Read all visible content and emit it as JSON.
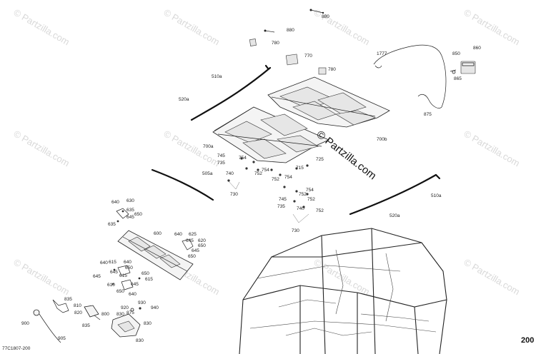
{
  "watermark": {
    "text": "© Partzilla.com"
  },
  "reference_code": "77C1807-200",
  "page_number": "200",
  "part_labels": {
    "p880a": "880",
    "p880b": "880",
    "p780a": "780",
    "p770": "770",
    "p780b": "780",
    "p1777": "1777",
    "p850": "850",
    "p860": "860",
    "p865": "865",
    "p875": "875",
    "p510a_top": "510a",
    "p520a_top": "520a",
    "p700b": "700b",
    "p700a": "700a",
    "p745a": "745",
    "p735a": "735",
    "p754a": "754",
    "p752a": "752",
    "p740a": "740",
    "p730a": "730",
    "p754b": "754",
    "p752b": "752",
    "p725": "725",
    "p715": "715",
    "p754c": "754",
    "p754d": "754",
    "p752c": "752",
    "p745b": "745",
    "p752d": "752",
    "p735b": "735",
    "p752e": "752",
    "p740b": "740",
    "p730b": "730",
    "p505a": "505a",
    "p510a_right": "510a",
    "p520a_bottom": "520a",
    "p640a": "640",
    "p630": "630",
    "p635a": "635",
    "p650a": "650",
    "p645a": "645",
    "p635b": "635",
    "p600": "600",
    "p625": "625",
    "p645b": "645",
    "p620": "620",
    "p650b": "650",
    "p645c": "645",
    "p650c": "650",
    "p640b": "640",
    "p615a": "615",
    "p640c": "640",
    "p650d": "650",
    "p645d": "645",
    "p615b": "615",
    "p650e": "650",
    "p615c": "615",
    "p610": "610",
    "p645e": "645",
    "p650f": "650",
    "p645f": "645",
    "p640d": "640",
    "p835a": "835",
    "p810": "810",
    "p820": "820",
    "p800": "800",
    "p900": "900",
    "p835b": "835",
    "p920": "920",
    "p930": "930",
    "p940": "940",
    "p830a": "830",
    "p875b": "875",
    "p830b": "830",
    "p905": "905",
    "p830c": "830"
  }
}
